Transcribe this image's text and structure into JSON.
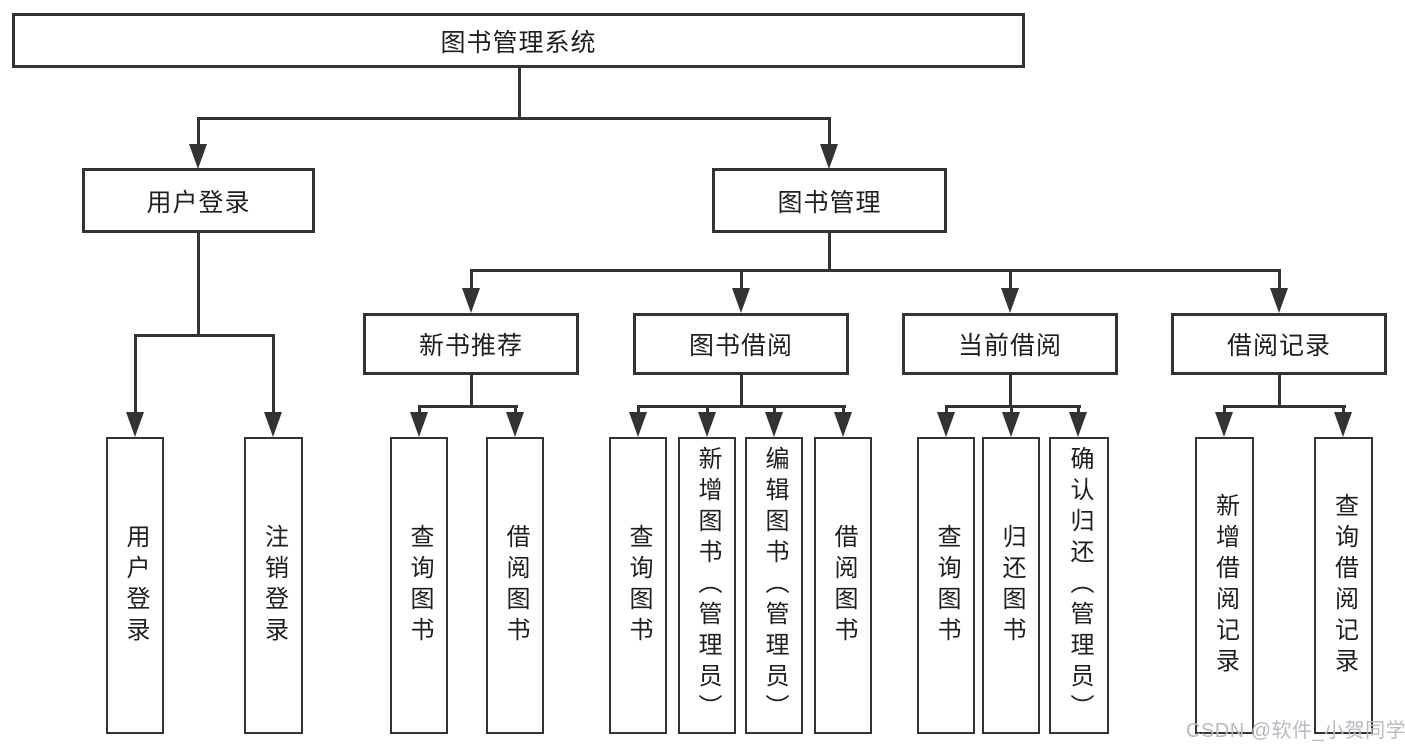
{
  "diagram": {
    "title": "图书管理系统",
    "level2": {
      "user_login": "用户登录",
      "book_management": "图书管理"
    },
    "level3": {
      "new_book_recommend": "新书推荐",
      "book_borrow": "图书借阅",
      "current_borrow": "当前借阅",
      "borrow_records": "借阅记录"
    },
    "leaves": {
      "g1": [
        "用户登录",
        "注销登录"
      ],
      "g2": [
        "查询图书",
        "借阅图书"
      ],
      "g3": [
        "查询图书",
        "新增图书（管理员）",
        "编辑图书（管理员）",
        "借阅图书"
      ],
      "g4": [
        "查询图书",
        "归还图书",
        "确认归还（管理员）"
      ],
      "g5": [
        "新增借阅记录",
        "查询借阅记录"
      ]
    }
  },
  "watermark": {
    "text": "CSDN @软件_小贺同学"
  },
  "colors": {
    "line": "#333333",
    "box_border": "#333333",
    "text": "#1f1f1f",
    "background": "#ffffff",
    "watermark": "#b6bac1"
  }
}
